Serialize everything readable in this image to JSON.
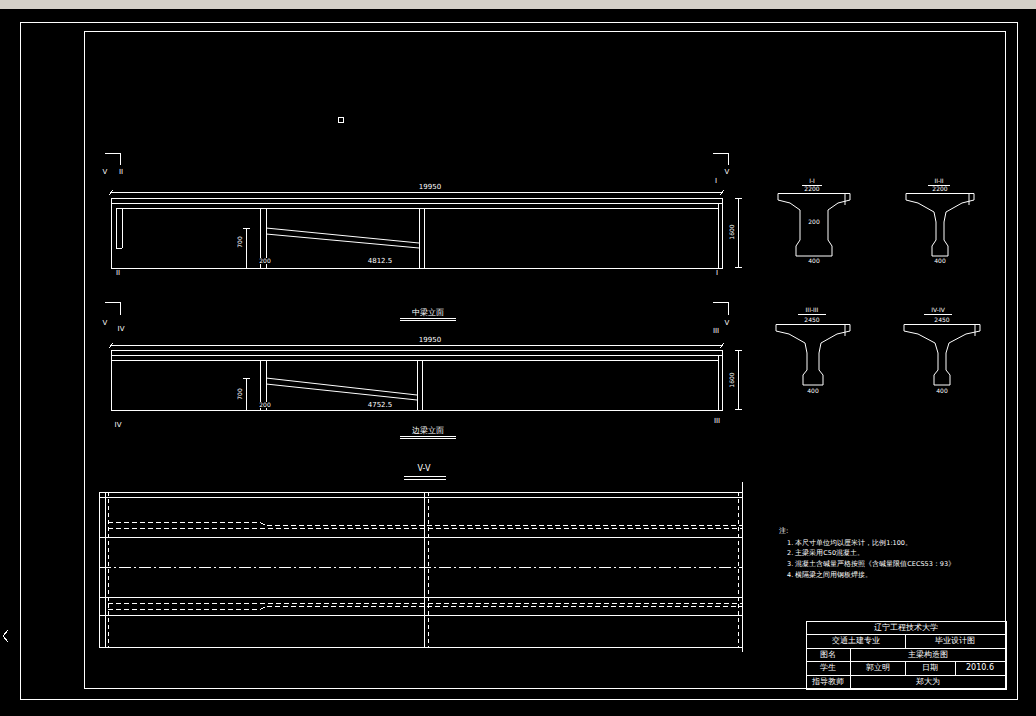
{
  "diagram": {
    "labels": [
      "V",
      "II",
      "I",
      "V",
      "19950",
      "1600",
      "700",
      "200",
      "4812.5",
      "II",
      "I",
      "中梁立面",
      "V",
      "IV",
      "III",
      "V",
      "19950",
      "1600",
      "700",
      "200",
      "4752.5",
      "IV",
      "III",
      "边梁立面",
      "V-V",
      "I-I",
      "2200",
      "200",
      "400",
      "II-II",
      "2200",
      "400",
      "III-III",
      "2450",
      "400",
      "IV-IV",
      "2450",
      "400",
      "注:",
      "1. 本尺寸单位均以厘米计，比例1:100。",
      "2. 主梁采用C50混凝土。",
      "3. 混凝土含碱量严格按照《含碱量限值CECS53：93》",
      "4. 横隔梁之间用钢板焊接。",
      "辽宁工程技术大学",
      "交通土建专业",
      "毕业设计图",
      "图名",
      "主梁构造图",
      "学生",
      "郭立明",
      "日期",
      "2010.6",
      "指导教师",
      "郑大为"
    ]
  }
}
